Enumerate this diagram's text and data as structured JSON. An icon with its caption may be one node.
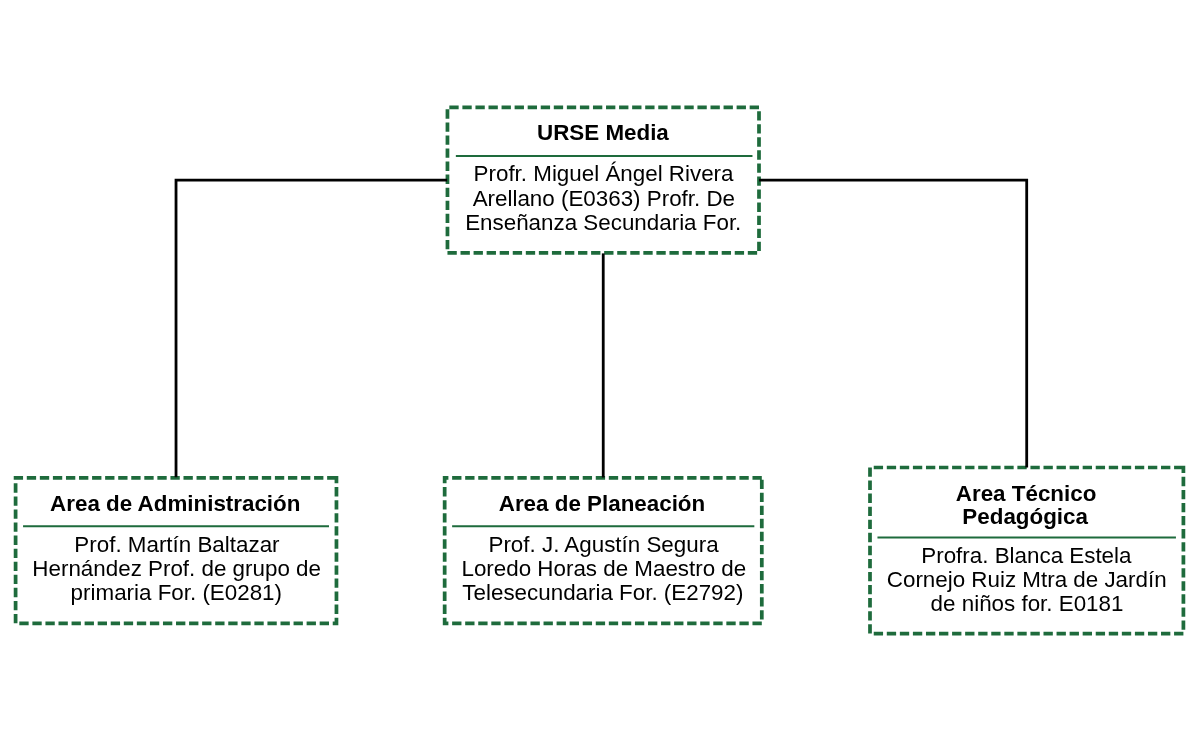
{
  "diagram": {
    "nodes": [
      {
        "text": [
          "URSE Media",
          "Profr. Miguel Ángel Rivera Arellano (E0363) Profr. De Enseñanza Secundaria For."
        ]
      },
      {
        "text": [
          "Area de Administración",
          "Prof. Martín Baltazar Hernández Prof. de grupo de primaria For. (E0281)"
        ]
      },
      {
        "text": [
          "Area de Planeación",
          "Prof. J. Agustín Segura Loredo Horas de Maestro de Telesecundaria For. (E2792)"
        ]
      },
      {
        "text": [
          "Area Técnico Pedagógica",
          "Profra. Blanca Estela Cornejo Ruiz Mtra de Jardín de niños for. E0181"
        ]
      }
    ],
    "edges": [
      {
        "from": 0,
        "to": 1,
        "arrow": "none"
      },
      {
        "from": 0,
        "to": 2,
        "arrow": "none"
      },
      {
        "from": 0,
        "to": 3,
        "arrow": "none"
      }
    ]
  }
}
